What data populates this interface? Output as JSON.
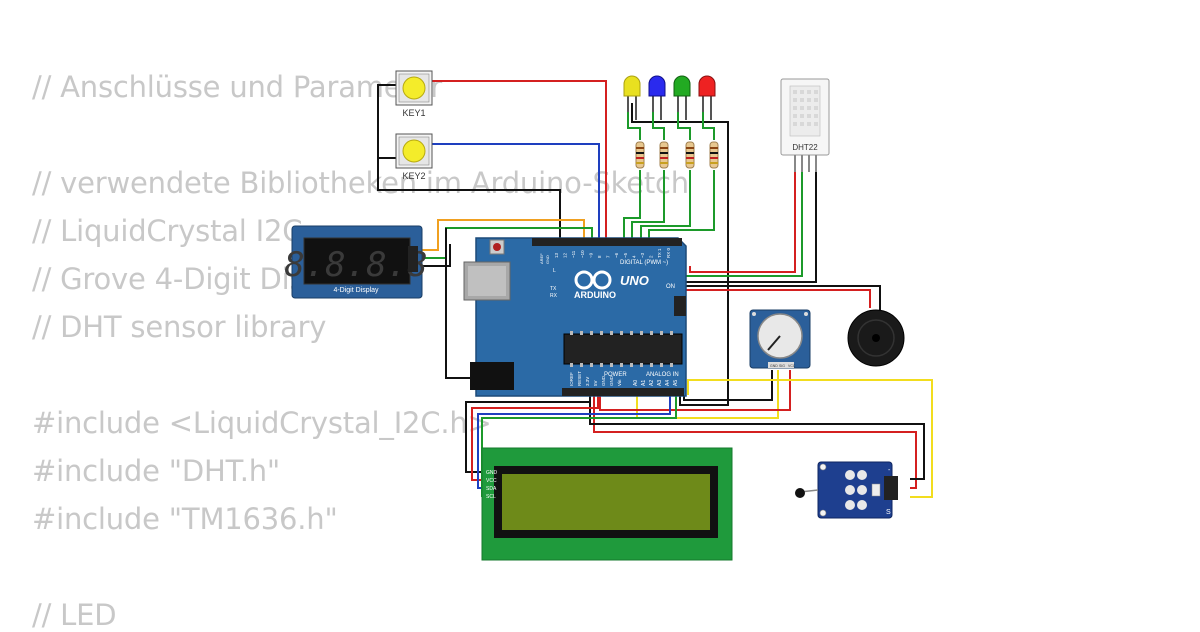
{
  "code_lines": [
    "// Anschlüsse und Parameter",
    "",
    "// verwendete Bibliotheken im Arduino-Sketch",
    "// LiquidCrystal I2C",
    "// Grove 4-Digit Display",
    "// DHT sensor library",
    "",
    "#include <LiquidCrystal_I2C.h>",
    "#include \"DHT.h\"",
    "#include \"TM1636.h\"",
    "",
    "// LED"
  ],
  "labels": {
    "key1": "KEY1",
    "key2": "KEY2",
    "dht": "DHT22",
    "seg_display": "4-Digit Display",
    "seg_digits": "8.8.8.8",
    "arduino_brand": "ARDUINO",
    "arduino_uno": "UNO",
    "arduino_digital": "DIGITAL (PWM ~)",
    "arduino_power": "POWER",
    "arduino_analog": "ANALOG IN",
    "arduino_on": "ON",
    "arduino_tx": "TX",
    "arduino_rx": "RX",
    "arduino_l": "L",
    "arduino_aref": "AREF",
    "arduino_gnd": "GND",
    "analog_pins": [
      "A0",
      "A1",
      "A2",
      "A3",
      "A4",
      "A5"
    ],
    "power_pins": [
      "IOREF",
      "RESET",
      "3.3V",
      "5V",
      "GND",
      "GND",
      "Vin"
    ],
    "digital_pins": [
      "13",
      "12",
      "~11",
      "~10",
      "~9",
      "8",
      "7",
      "~6",
      "~5",
      "4",
      "~3",
      "2",
      "TX 1",
      "RX 0"
    ],
    "lcd_pins": [
      "GND",
      "VCC",
      "SDA",
      "SCL"
    ],
    "pot_pins": [
      "GND",
      "SIG",
      "VCC"
    ],
    "temp_pin_minus": "-",
    "temp_pin_s": "S"
  },
  "colors": {
    "wire_red": "#d42020",
    "wire_black": "#111111",
    "wire_blue": "#1e3fbf",
    "wire_green": "#1c9a2a",
    "wire_yellow": "#f2dd1e",
    "wire_orange": "#f0a020",
    "arduino_blue": "#2b6aa6",
    "lcd_green": "#1f9a3c",
    "lcd_screen": "#6e8a19",
    "led_yellow": "#e8e020",
    "led_blue": "#2a2aee",
    "led_green": "#22aa22",
    "led_red": "#ee2222"
  }
}
